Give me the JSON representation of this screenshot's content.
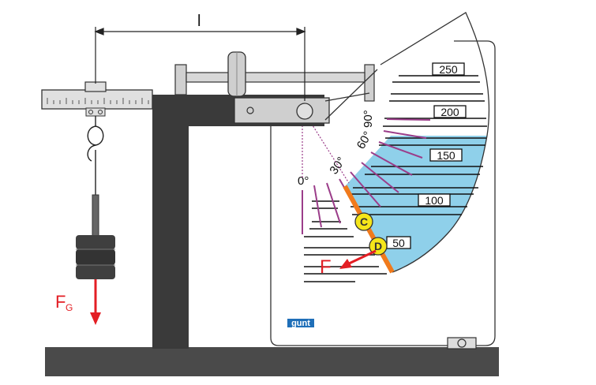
{
  "dimension_label": "l",
  "scale_labels": [
    "250",
    "200",
    "150",
    "100",
    "50"
  ],
  "angle_labels": [
    "0°",
    "30°",
    "60°",
    "90°"
  ],
  "points": [
    "C",
    "D"
  ],
  "force_F": "F",
  "force_FG_main": "F",
  "force_FG_sub": "G",
  "logo": "gunt",
  "colors": {
    "water": "#8fd0ea",
    "steel_dark": "#3a3a3a",
    "base": "#4a4a4a",
    "orange": "#f07a1c",
    "point_fill": "#f5e61a",
    "force_red": "#e31e24",
    "scale_purple": "#9b3d8a",
    "logo_blue": "#1f6fb8"
  }
}
